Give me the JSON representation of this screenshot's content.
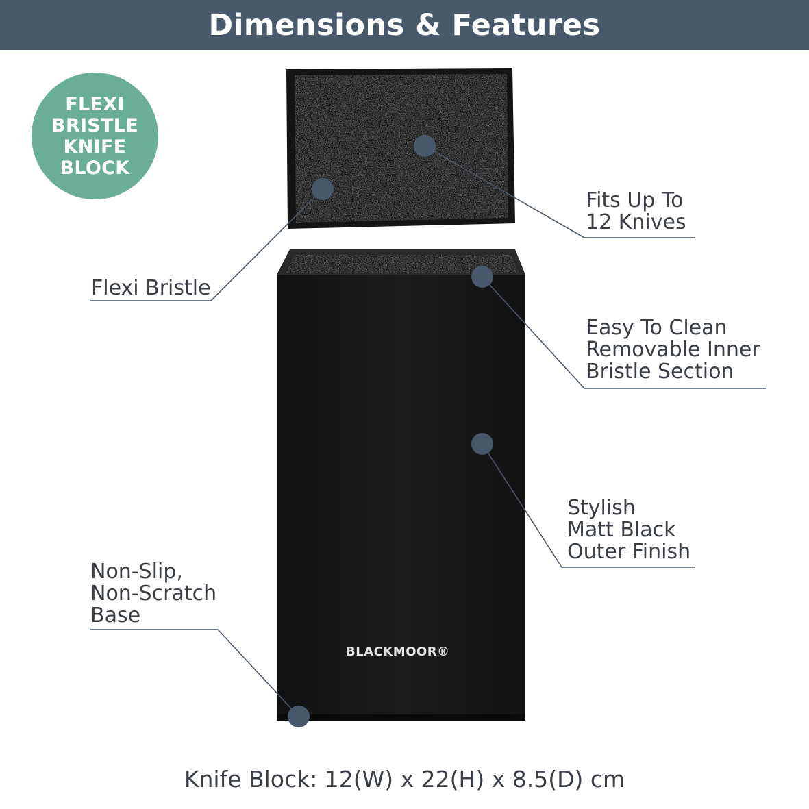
{
  "header": {
    "title": "Dimensions & Features"
  },
  "badge": {
    "text": "FLEXI\nBRISTLE\nKNIFE\nBLOCK",
    "color": "#6aae95"
  },
  "callouts": {
    "fits": "Fits Up To\n12 Knives",
    "flexi": "Flexi Bristle",
    "clean": "Easy To Clean\nRemovable Inner\nBristle Section",
    "finish": "Stylish\nMatt Black\nOuter Finish",
    "base": "Non-Slip,\nNon-Scratch\nBase"
  },
  "product": {
    "brand": "BLACKMOOR®"
  },
  "footer": {
    "dimensions": "Knife Block: 12(W) x 22(H) x 8.5(D) cm"
  },
  "colors": {
    "header_bg": "#4a586b",
    "marker": "#4a586b",
    "block": "#161616"
  }
}
